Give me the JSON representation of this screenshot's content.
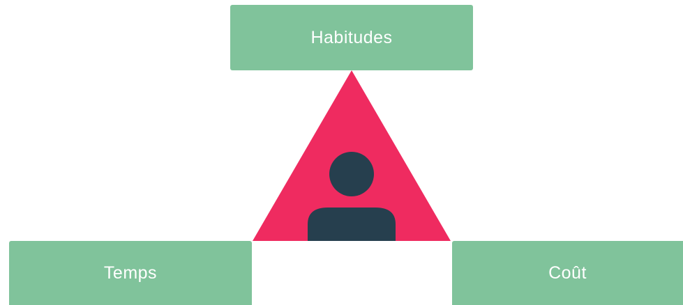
{
  "diagram": {
    "top_label": "Habitudes",
    "left_label": "Temps",
    "right_label": "Coût"
  },
  "colors": {
    "box_fill": "#80c39b",
    "triangle_fill": "#ef2b60",
    "person_fill": "#263f4e",
    "text": "#ffffff"
  },
  "icons": {
    "center": "person-icon"
  }
}
